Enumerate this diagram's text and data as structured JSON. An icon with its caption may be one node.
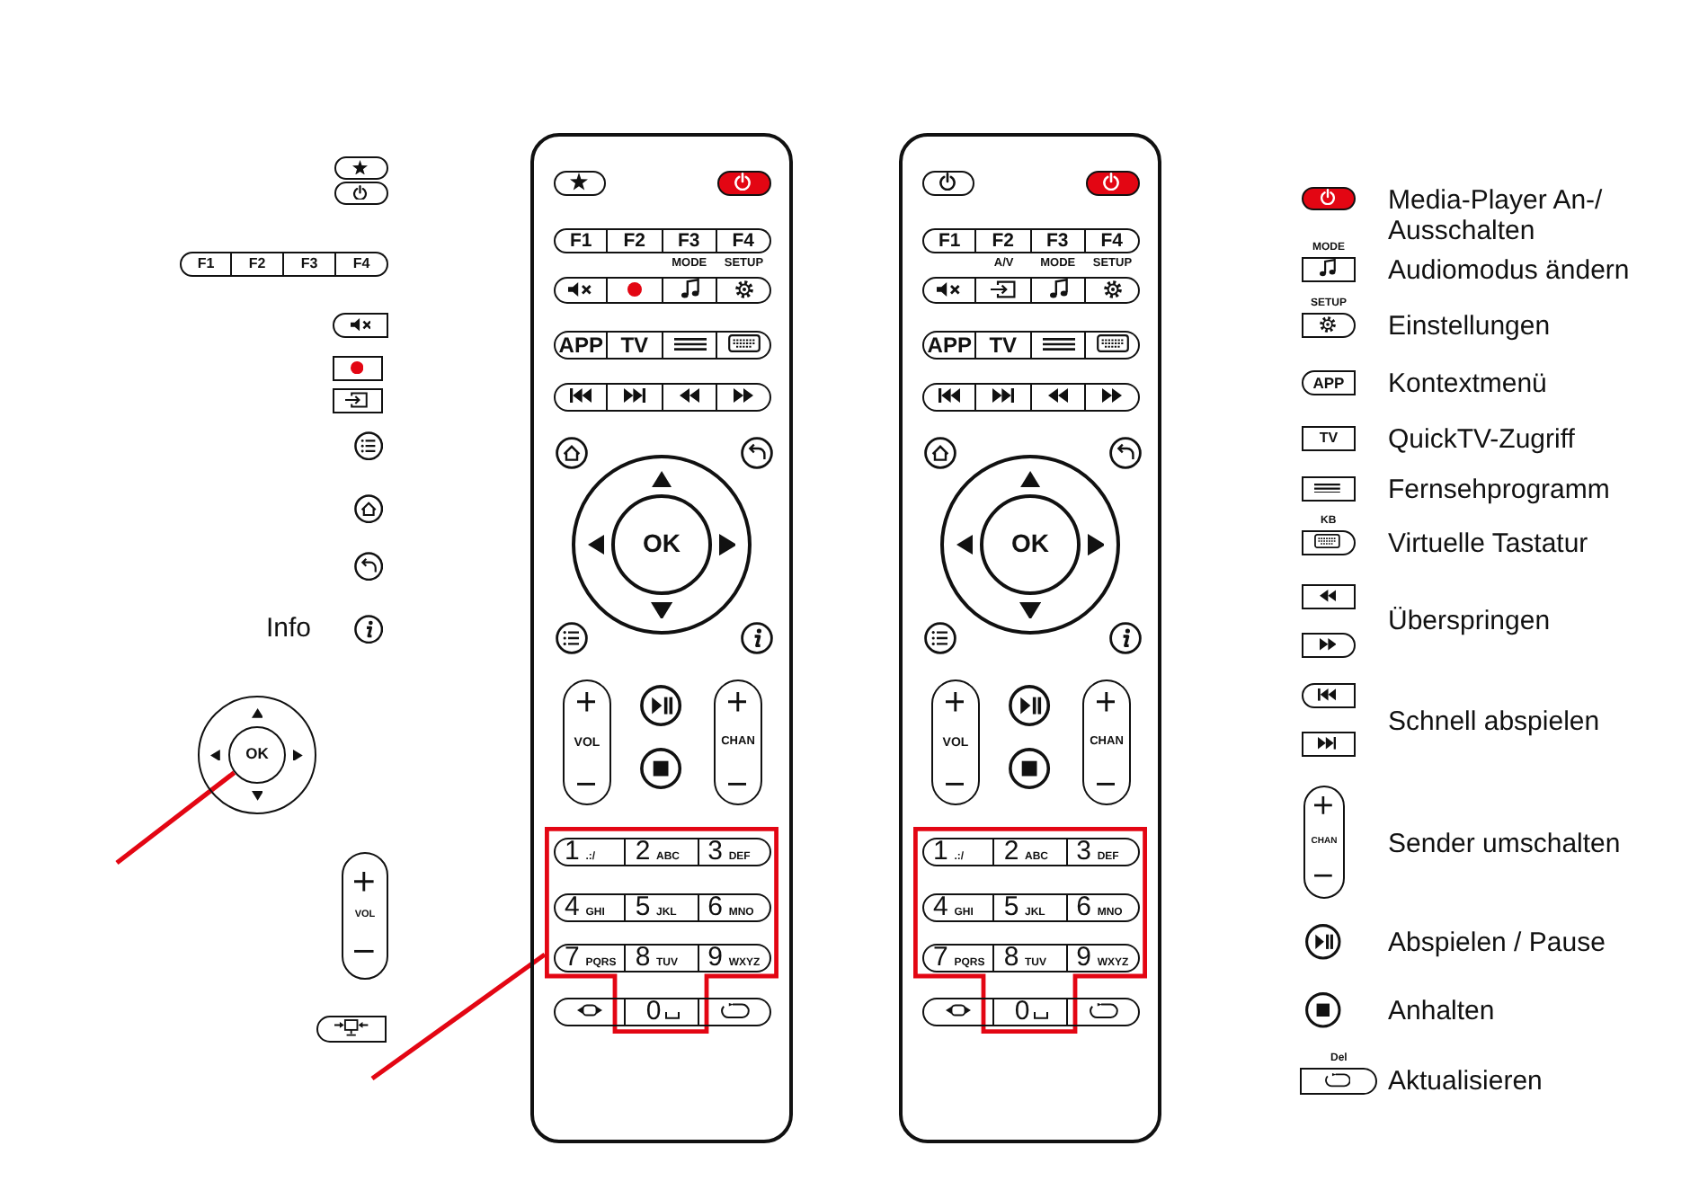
{
  "diagram": {
    "nodes": [
      {
        "text": [
          "OK"
        ]
      },
      {
        "text": [
          "1 .:/",
          "2 ABC",
          "3 DEF",
          "4 GHI",
          "5 JKL",
          "6 MNO",
          "7 PQRS",
          "8 TUV",
          "9 WXYZ",
          "0"
        ]
      }
    ],
    "edges": [
      {
        "from": null,
        "to": 0,
        "arrow": "none"
      },
      {
        "from": null,
        "to": 1,
        "arrow": "none"
      }
    ],
    "labels": [
      "F1",
      "F2",
      "F3",
      "F4",
      "Info",
      "VOL",
      "F1",
      "F2",
      "F3",
      "F4",
      "MODE",
      "SETUP",
      "APP",
      "TV",
      "OK",
      "VOL",
      "CHAN",
      "F1",
      "F2",
      "F3",
      "F4",
      "A/V",
      "MODE",
      "SETUP",
      "APP",
      "TV",
      "OK",
      "VOL",
      "CHAN",
      "1 .:/",
      "2 ABC",
      "3 DEF",
      "4 GHI",
      "5 JKL",
      "6 MNO",
      "7 PQRS",
      "8 TUV",
      "9 WXYZ",
      "0",
      "MODE",
      "SETUP",
      "APP",
      "TV",
      "KB",
      "CHAN",
      "Del"
    ],
    "legend": [
      {
        "text": "Media-Player An-/ Ausschalten"
      },
      {
        "text": "Audiomodus ändern"
      },
      {
        "text": "Einstellungen"
      },
      {
        "text": "Kontextmenü"
      },
      {
        "text": "QuickTV-Zugriff"
      },
      {
        "text": "Fernsehprogramm"
      },
      {
        "text": "Virtuelle Tastatur"
      },
      {
        "text": "Überspringen"
      },
      {
        "text": "Schnell abspielen"
      },
      {
        "text": "Sender umschalten"
      },
      {
        "text": "Abspielen / Pause"
      },
      {
        "text": "Anhalten"
      },
      {
        "text": "Aktualisieren"
      }
    ]
  }
}
